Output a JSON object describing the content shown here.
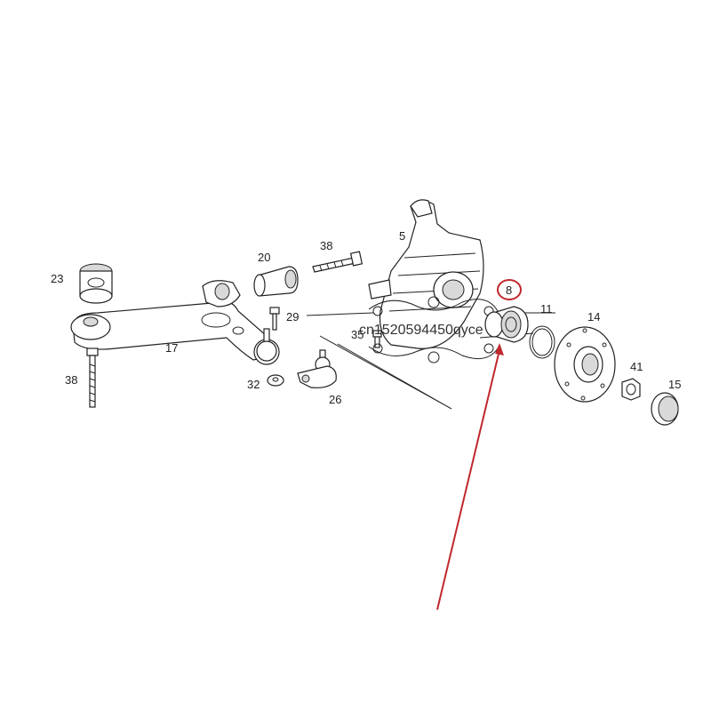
{
  "labels": {
    "p5": "5",
    "p8": "8",
    "p11": "11",
    "p14": "14",
    "p15": "15",
    "p17": "17",
    "p20": "20",
    "p23": "23",
    "p26": "26",
    "p29": "29",
    "p32": "32",
    "p35": "35",
    "p38a": "38",
    "p38b": "38",
    "p41": "41"
  },
  "watermark": "cn1520594450qyce",
  "colors": {
    "highlight": "#c0282d",
    "line": "#222222"
  }
}
